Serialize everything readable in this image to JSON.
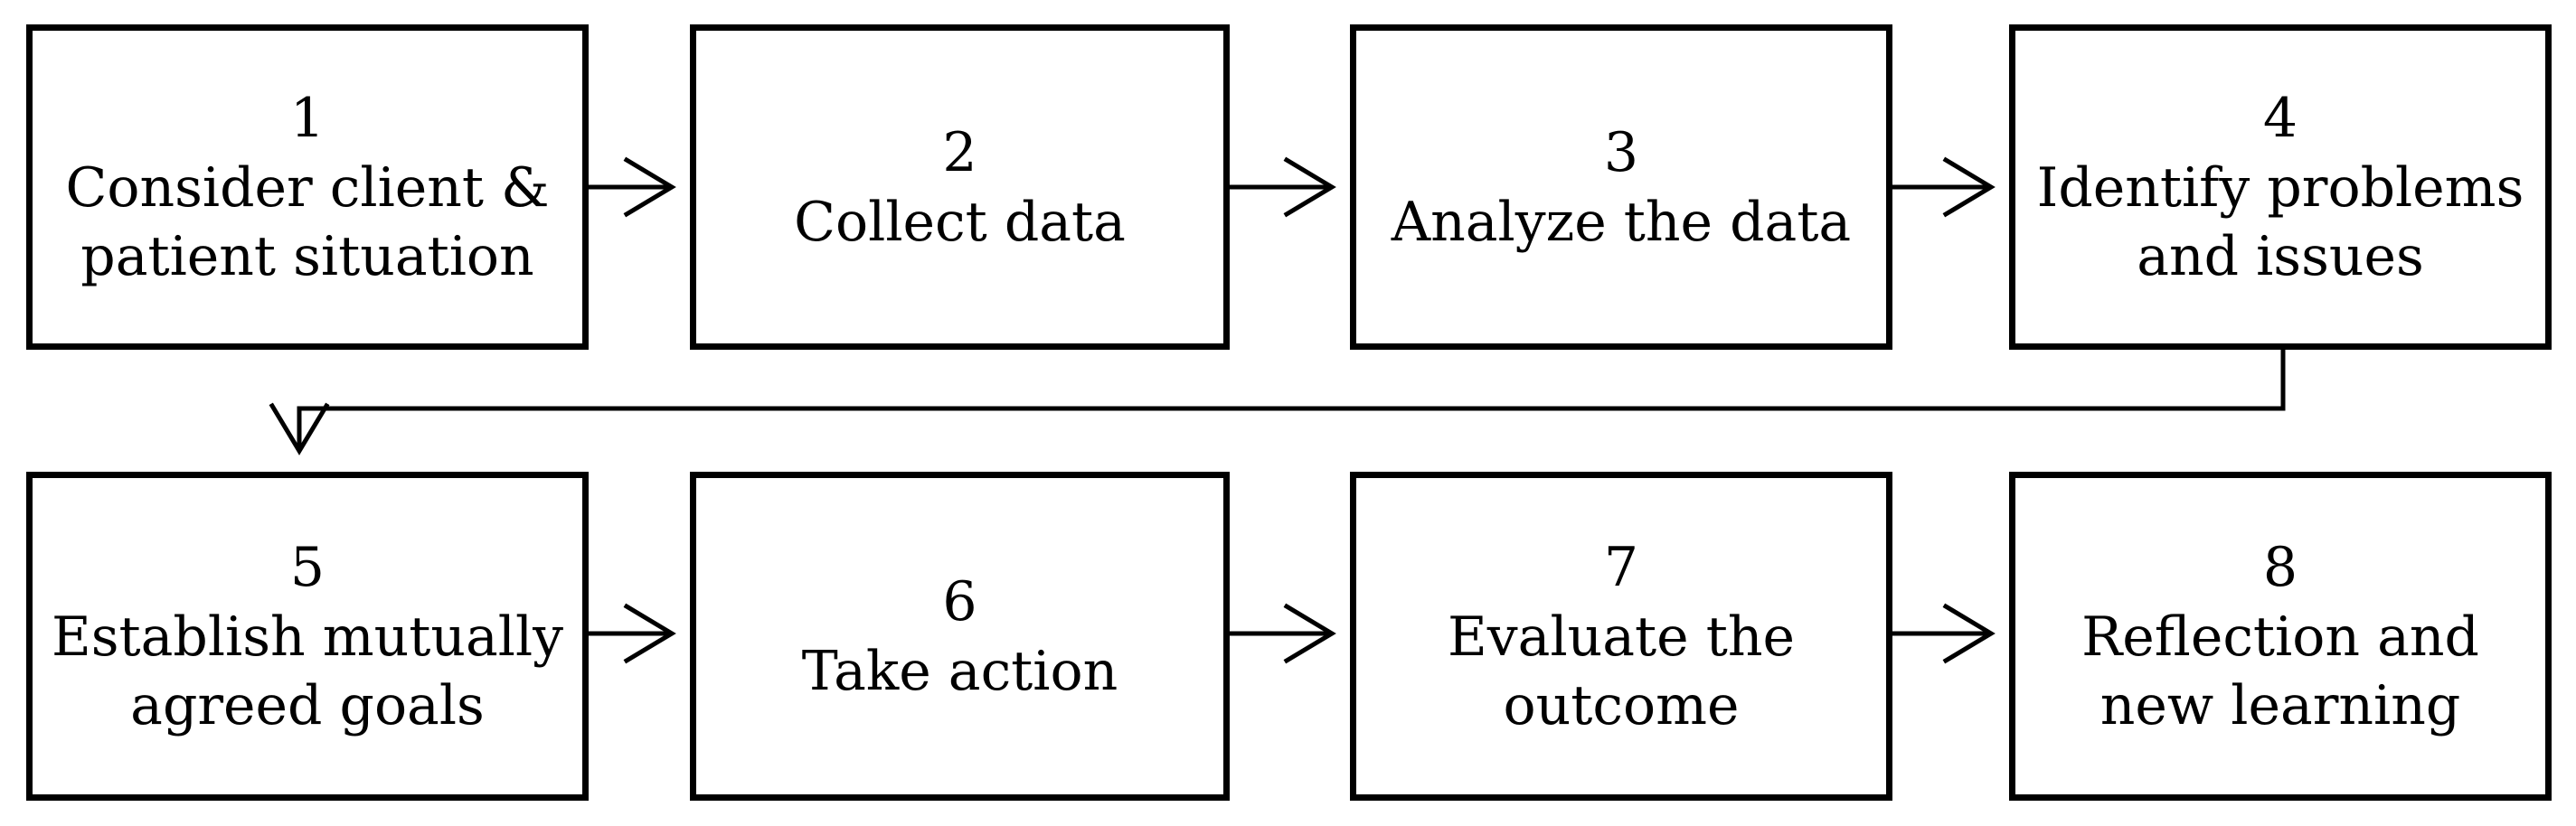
{
  "steps": [
    {
      "number": "1",
      "lines": [
        "Consider client &",
        "patient situation"
      ]
    },
    {
      "number": "2",
      "lines": [
        "Collect data"
      ]
    },
    {
      "number": "3",
      "lines": [
        "Analyze the data"
      ]
    },
    {
      "number": "4",
      "lines": [
        "Identify problems",
        "and issues"
      ]
    },
    {
      "number": "5",
      "lines": [
        "Establish mutually",
        "agreed goals"
      ]
    },
    {
      "number": "6",
      "lines": [
        "Take action"
      ]
    },
    {
      "number": "7",
      "lines": [
        "Evaluate the",
        "outcome"
      ]
    },
    {
      "number": "8",
      "lines": [
        "Reflection and",
        "new learning"
      ]
    }
  ]
}
